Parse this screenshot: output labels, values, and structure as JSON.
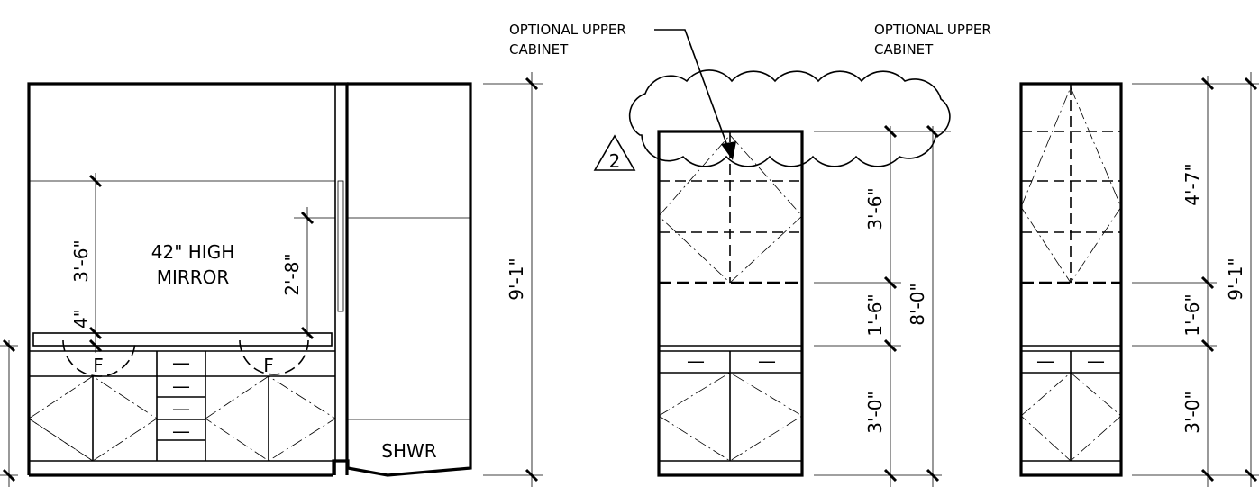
{
  "elevation_left": {
    "mirror_label_line1": "42\" HIGH",
    "mirror_label_line2": "MIRROR",
    "dim_mirror_height": "3'-6\"",
    "dim_backsplash": "4\"",
    "dim_cabinet_height": "2'-8\"",
    "dim_overall": "9'-1\"",
    "faucet_label_left": "F",
    "faucet_label_right": "F",
    "drawer_mark": "—",
    "shower_label": "SHWR"
  },
  "elevation_middle": {
    "note_optional_upper": "OPTIONAL UPPER\nCABINET",
    "note_line1": "OPTIONAL UPPER",
    "note_line2": "CABINET",
    "revision_mark": "2",
    "dim_upper": "3'-6\"",
    "dim_gap": "1'-6\"",
    "dim_base": "3'-0\"",
    "dim_total": "8'-0\""
  },
  "elevation_right": {
    "note_line1": "OPTIONAL UPPER",
    "note_line2": "CABINET",
    "dim_upper": "4'-7\"",
    "dim_gap": "1'-6\"",
    "dim_base": "3'-0\"",
    "dim_overall": "9'-1\""
  }
}
